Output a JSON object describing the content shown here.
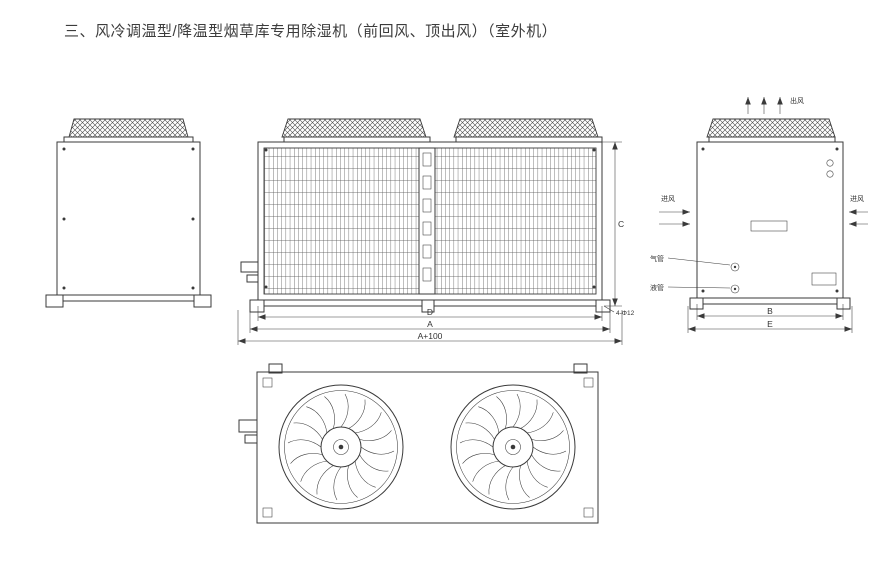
{
  "title": "三、风冷调温型/降温型烟草库专用除湿机（前回风、顶出风）（室外机）",
  "labels": {
    "air_out": "出风",
    "air_in_left": "进风",
    "air_in_right": "进风",
    "gas_pipe": "气管",
    "liquid_pipe": "液管",
    "holes_callout": "4-Φ12"
  },
  "dims": {
    "C": "C",
    "D": "D",
    "A": "A",
    "A_plus_100": "A+100",
    "B": "B",
    "E": "E"
  },
  "colors": {
    "line": "#3a3a3a",
    "text": "#333333",
    "background": "#ffffff"
  }
}
